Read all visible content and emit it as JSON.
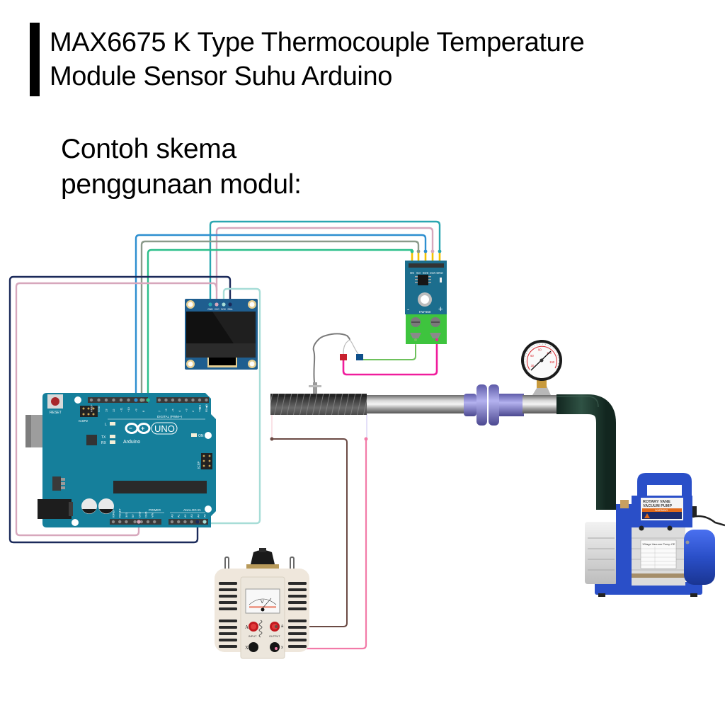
{
  "header": {
    "title_line1": "MAX6675 K Type Thermocouple Temperature",
    "title_line2": "Module Sensor Suhu Arduino",
    "subtitle_line1": "Contoh skema",
    "subtitle_line2": "penggunaan modul:"
  },
  "arduino": {
    "brand": "Arduino",
    "model": "UNO",
    "reset_label": "RESET",
    "icsp2_label": "ICSP2",
    "icsp_label": "ICSP",
    "led_l": "L",
    "led_tx": "TX",
    "led_rx": "RX",
    "led_on": "ON",
    "digital_label": "DIGITAL (PWM~)",
    "power_label": "POWER",
    "analog_label": "ANALOG IN",
    "power_pins": [
      "IOREF",
      "RESET",
      "3V3",
      "5V",
      "GND",
      "GND",
      "VIN"
    ],
    "analog_pins": [
      "A0",
      "A1",
      "A2",
      "A3",
      "A4",
      "A5"
    ],
    "digital_pins_left": [
      "AREF",
      "GND",
      "13",
      "12",
      "~11",
      "~10",
      "~9",
      "8"
    ],
    "digital_pins_right": [
      "7",
      "~6",
      "~5",
      "4",
      "~3",
      "2",
      "TX▶1",
      "RX◀0"
    ]
  },
  "oled": {
    "pins": [
      "GND",
      "VCC",
      "SCK",
      "SDA"
    ]
  },
  "max6675": {
    "pins": [
      "SO",
      "CS",
      "SCK",
      "VCC",
      "GND"
    ],
    "part": "HW-550",
    "minus": "-",
    "plus": "+"
  },
  "variac": {
    "meter_unit": "V",
    "terminal_a_in": "A",
    "terminal_a_out": "a",
    "terminal_x_in": "X",
    "terminal_x_out": "x",
    "input_label": "INPUT",
    "output_label": "OUTPUT"
  },
  "pump": {
    "label_top": "ROTARY VANE",
    "label_bottom": "VACUUM PUMP",
    "warning": "WARNING",
    "plate_title": "1Stage Vacuum Pump CE"
  },
  "gauge": {
    "scale": [
      "30",
      "60",
      "90",
      "120",
      "150"
    ]
  },
  "colors": {
    "arduino_board": "#157f9b",
    "max_board": "#1c6e8e",
    "terminal_green": "#3ec43e",
    "wire_teal": "#2aa6b0",
    "wire_pink": "#d7a7bc",
    "wire_blue": "#2d8fd0",
    "wire_gray": "#8a9a8a",
    "wire_green": "#2bbf8a",
    "wire_navy": "#1b2a5a",
    "wire_lightteal": "#a7ddd7",
    "wire_magenta": "#f01c9c",
    "wire_brown": "#6b4a44",
    "wire_hotpink": "#f27aa8",
    "pump_blue": "#2a4fc8"
  }
}
